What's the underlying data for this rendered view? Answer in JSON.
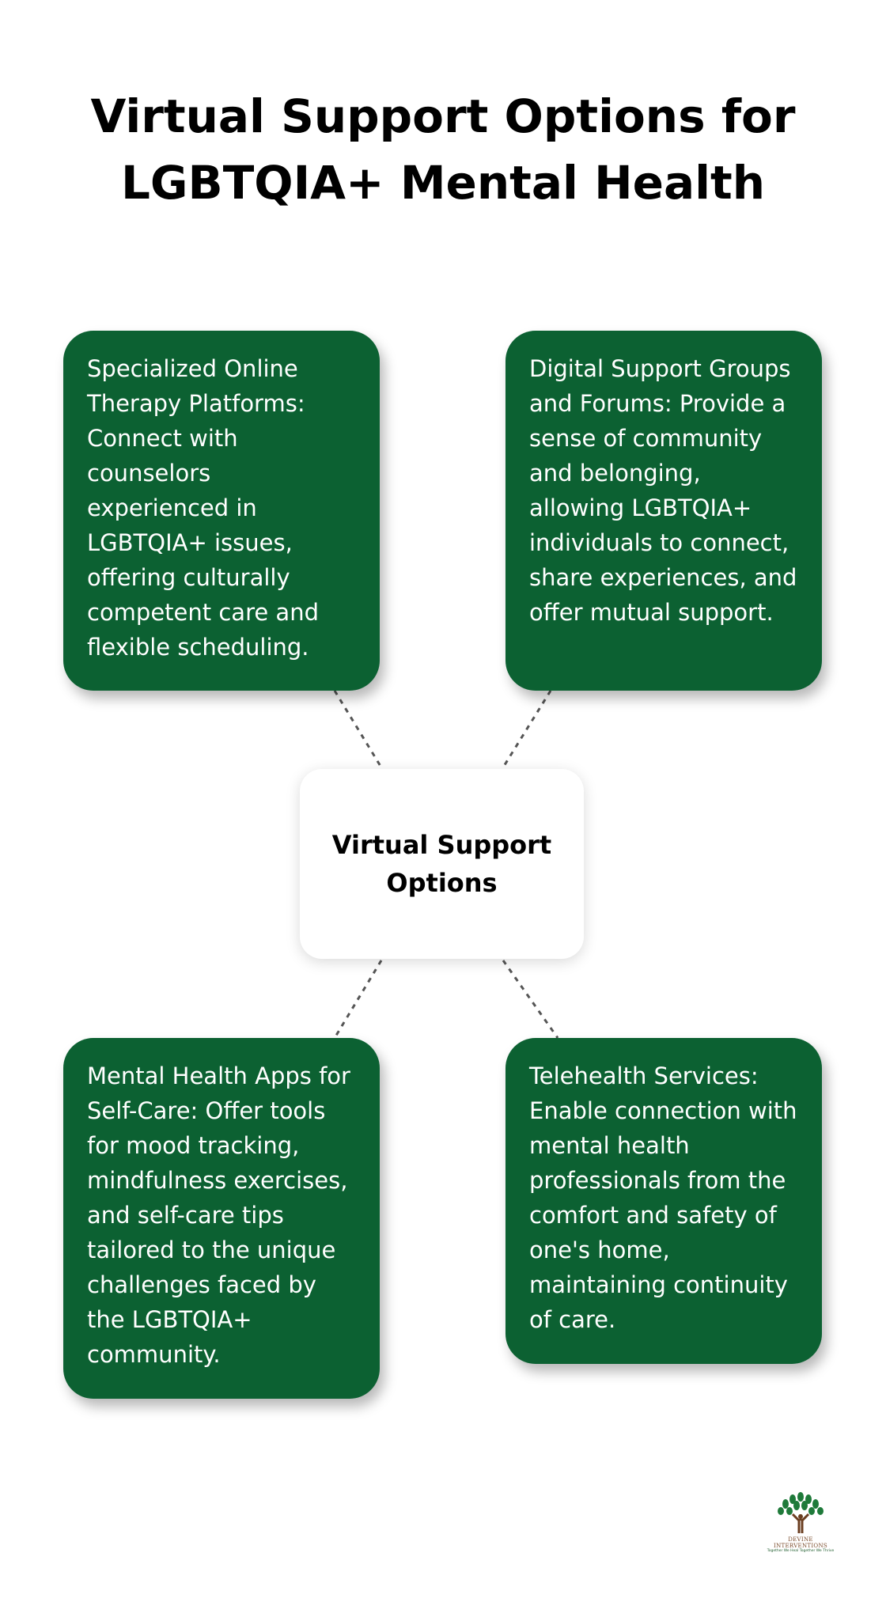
{
  "title": "Virtual Support Options for LGBTQIA+ Mental Health",
  "center": {
    "label": "Virtual Support Options"
  },
  "nodes": [
    {
      "text": "Specialized Online Therapy Platforms: Connect with counselors experienced in LGBTQIA+ issues, offering culturally competent care and flexible scheduling."
    },
    {
      "text": "Digital Support Groups and Forums: Provide a sense of community and belonging, allowing LGBTQIA+ individuals to connect, share experiences, and offer mutual support."
    },
    {
      "text": "Mental Health Apps for Self-Care: Offer tools for mood tracking, mindfulness exercises, and self-care tips tailored to the unique challenges faced by the LGBTQIA+ community."
    },
    {
      "text": "Telehealth Services: Enable connection with mental health professionals from the comfort and safety of one's home, maintaining continuity of care."
    }
  ],
  "logo": {
    "name": "DEVINE INTERVENTIONS",
    "tagline": "Together We Heal Together We Thrive"
  },
  "colors": {
    "card": "#0c6132",
    "connector": "#555555",
    "center": "#ffffff"
  }
}
